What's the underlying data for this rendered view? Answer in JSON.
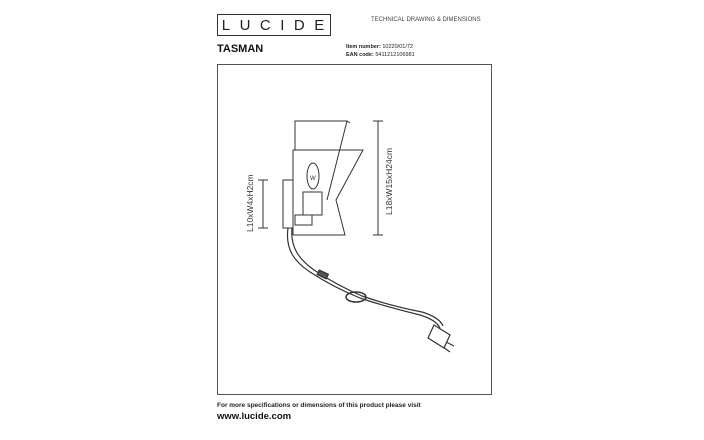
{
  "logo": "LUCIDE",
  "header": {
    "section": "TECHNICAL DRAWING & DIMENSIONS"
  },
  "product": {
    "name": "TASMAN",
    "item_label": "Item number:",
    "item_number": "10220/01/72",
    "ean_label": "EAN code:",
    "ean": "5411212106981"
  },
  "drawing": {
    "dim_lamp": "L18xW15xH24cm",
    "dim_base": "L10xW4xH2cm",
    "bulb_label": "W"
  },
  "footer": {
    "note": "For more specifications or dimensions of this product please visit",
    "url": "www.lucide.com"
  }
}
